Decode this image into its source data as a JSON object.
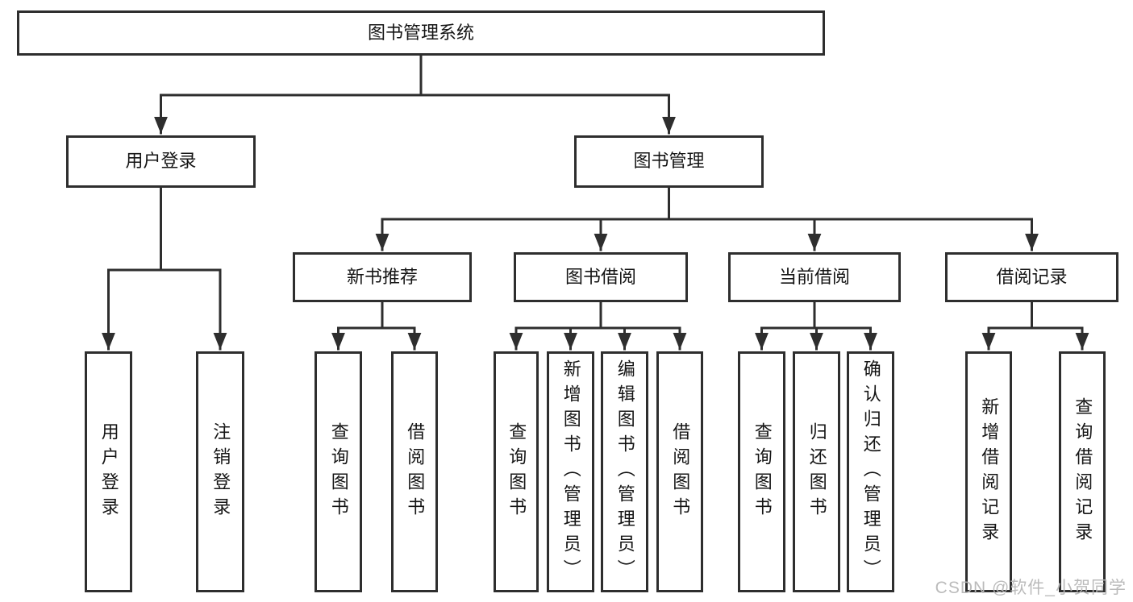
{
  "diagram": {
    "nodes": {
      "root": "图书管理系统",
      "user_login": "用户登录",
      "book_management": "图书管理",
      "new_book_recommend": "新书推荐",
      "book_borrow": "图书借阅",
      "current_borrow": "当前借阅",
      "borrow_records": "借阅记录",
      "leaf_user_login": "用户登录",
      "leaf_logout": "注销登录",
      "leaf_query_book_a": "查询图书",
      "leaf_borrow_book_a": "借阅图书",
      "leaf_query_book_b": "查询图书",
      "leaf_add_book_admin": "新增图书（管理员）",
      "leaf_edit_book_admin": "编辑图书（管理员）",
      "leaf_borrow_book_b": "借阅图书",
      "leaf_query_book_c": "查询图书",
      "leaf_return_book": "归还图书",
      "leaf_confirm_return_admin": "确认归还（管理员）",
      "leaf_add_borrow_record": "新增借阅记录",
      "leaf_query_borrow_record": "查询借阅记录"
    }
  },
  "watermark": {
    "text": "CSDN @软件_小贺同学"
  },
  "colors": {
    "line": "#2e2e2e",
    "box_border": "#2e2e2e",
    "text": "#151515",
    "watermark": "#b8b8b8",
    "background": "#ffffff"
  }
}
